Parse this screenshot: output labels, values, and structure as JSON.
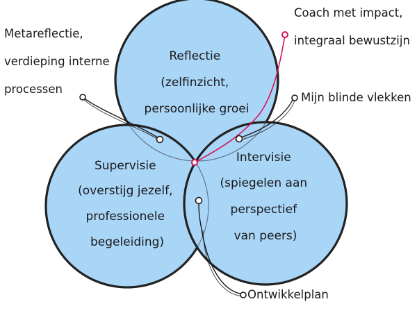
{
  "circles": {
    "top": {
      "lines": [
        "Reflectie",
        "(zelfinzicht,",
        "persoonlijke groei"
      ]
    },
    "left": {
      "lines": [
        "Supervisie",
        "(overstijg jezelf,",
        "professionele",
        "begeleiding)"
      ]
    },
    "right": {
      "lines": [
        "Intervisie",
        "(spiegelen aan",
        "perspectief",
        "van peers)"
      ]
    }
  },
  "callouts": {
    "metareflectie": {
      "lines": [
        "Metareflectie,",
        "verdieping interne",
        "processen"
      ]
    },
    "coach": {
      "lines": [
        "Coach met impact,",
        "integraal bewustzijn"
      ]
    },
    "blinde_vlekken": {
      "lines": [
        "Mijn blinde vlekken"
      ]
    },
    "ontwikkelplan": {
      "lines": [
        "Ontwikkelplan"
      ]
    }
  },
  "colors": {
    "circle_fill": "#a9d5f7",
    "outline": "#1f1f1f",
    "accent": "#d4145a"
  }
}
